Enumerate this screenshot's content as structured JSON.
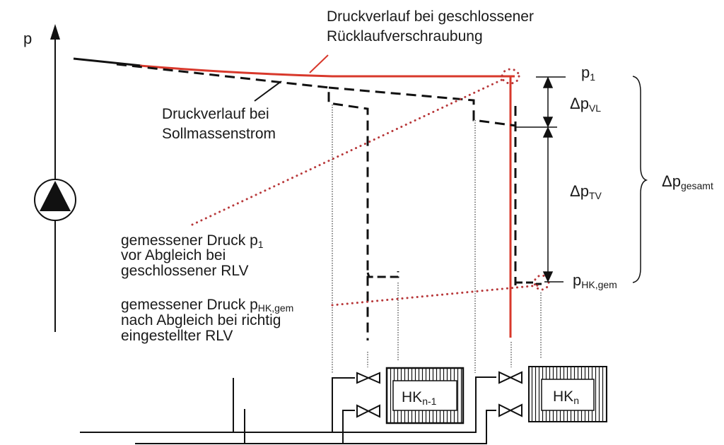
{
  "diagram": {
    "colors": {
      "red": "#d8382b",
      "red_dotted": "#b8383a",
      "ink": "#111111"
    },
    "axis": {
      "label": "p"
    },
    "labels": {
      "closed_return_title_line1": "Druckverlauf bei geschlossener",
      "closed_return_title_line2": "Rücklaufverschraubung",
      "nominal_flow_line1": "Druckverlauf bei",
      "nominal_flow_line2": "Sollmassenstrom",
      "measured_p1_line1": "gemessener Druck p",
      "measured_p1_line1_sub": "1",
      "measured_p1_line2": "vor Abgleich bei",
      "measured_p1_line3": "geschlossener RLV",
      "measured_phk_line1": "gemessener Druck p",
      "measured_phk_line1_sub": "HK,gem",
      "measured_phk_line2": "nach Abgleich bei richtig",
      "measured_phk_line3": "eingestellter RLV"
    },
    "pressure_marks": {
      "p1": {
        "base": "p",
        "sub": "1"
      },
      "dp_vl": {
        "base": "Δp",
        "sub": "VL"
      },
      "dp_tv": {
        "base": "Δp",
        "sub": "TV"
      },
      "dp_gesamt": {
        "base": "Δp",
        "sub": "gesamt"
      },
      "p_hk_gem": {
        "base": "p",
        "sub": "HK,gem"
      }
    },
    "radiators": [
      {
        "base": "HK",
        "sub": "n-1"
      },
      {
        "base": "HK",
        "sub": "n"
      }
    ],
    "components": {
      "pump": "pump-icon",
      "valve": "valve-icon",
      "radiator": "radiator-icon"
    }
  }
}
